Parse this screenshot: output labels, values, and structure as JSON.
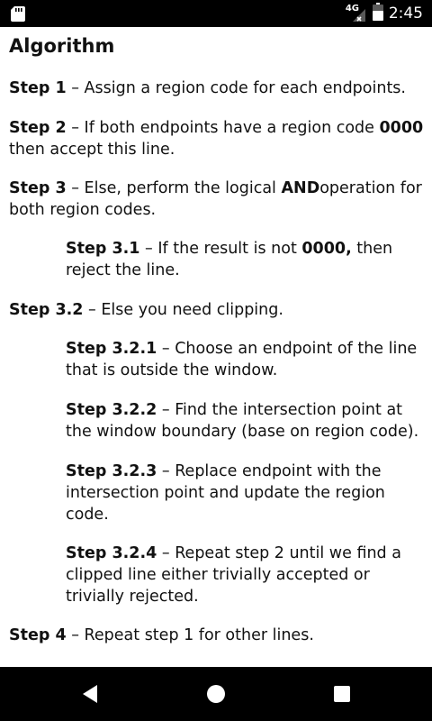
{
  "status_bar": {
    "time": "2:45",
    "network": "4G",
    "icons": [
      "sd-card-icon",
      "signal-4g-icon",
      "battery-icon"
    ]
  },
  "page": {
    "title": "Algorithm",
    "steps": [
      {
        "label": "Step 1",
        "lines": [
          "– Assign a region code for each endpoints."
        ]
      },
      {
        "label": "Step 2",
        "line1_pre": "– If both endpoints have a region code ",
        "line1_bold": "0000",
        "line2": "then accept this line."
      },
      {
        "label": "Step 3",
        "line1_pre": "– Else, perform the logical ",
        "line1_bold": "AND",
        "line1_post": "operation for",
        "line2": "both region codes."
      },
      {
        "label": "Step 3.1",
        "line1_pre": "– If the result is not ",
        "line1_bold": "0000,",
        "line1_post": " then",
        "line2": "reject the line."
      },
      {
        "label": "Step 3.2",
        "line1": "– Else you need clipping."
      },
      {
        "label": "Step 3.2.1",
        "line1": "– Choose an endpoint of the line",
        "line2": "that is outside the window."
      },
      {
        "label": "Step 3.2.2",
        "line1": "– Find the intersection point at",
        "line2": "the window boundary (base on region code)."
      },
      {
        "label": "Step 3.2.3",
        "line1": "– Replace endpoint with the",
        "line2": "intersection point and update the region",
        "line3": "code."
      },
      {
        "label": "Step 3.2.4",
        "line1": "– Repeat step 2 until we find a",
        "line2": "clipped line either trivially accepted or",
        "line3": "trivially rejected."
      },
      {
        "label": "Step 4",
        "line1": "– Repeat step 1 for other lines."
      }
    ]
  },
  "nav_bar": {
    "buttons": [
      "back-icon",
      "home-icon",
      "recents-icon"
    ]
  }
}
